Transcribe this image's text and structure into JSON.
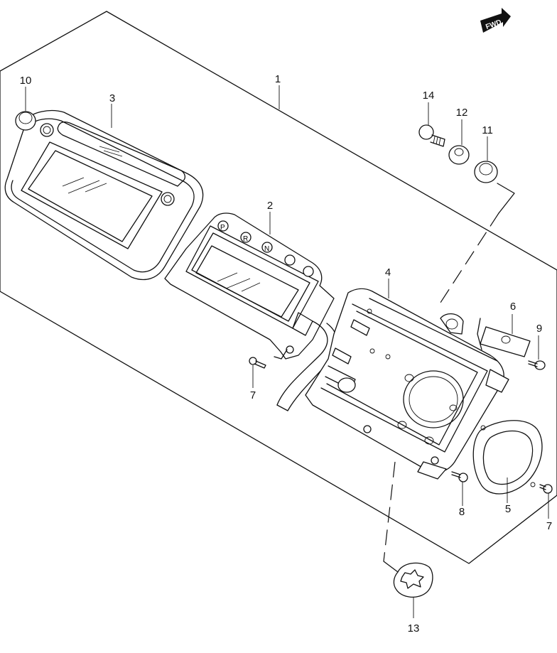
{
  "diagram": {
    "direction_badge": "FWD",
    "callouts": [
      {
        "key": "c1",
        "label": "1"
      },
      {
        "key": "c2",
        "label": "2"
      },
      {
        "key": "c3",
        "label": "3"
      },
      {
        "key": "c4",
        "label": "4"
      },
      {
        "key": "c5",
        "label": "5"
      },
      {
        "key": "c6",
        "label": "6"
      },
      {
        "key": "c7a",
        "label": "7"
      },
      {
        "key": "c7b",
        "label": "7"
      },
      {
        "key": "c8",
        "label": "8"
      },
      {
        "key": "c9",
        "label": "9"
      },
      {
        "key": "c10",
        "label": "10"
      },
      {
        "key": "c11",
        "label": "11"
      },
      {
        "key": "c12",
        "label": "12"
      },
      {
        "key": "c13",
        "label": "13"
      },
      {
        "key": "c14",
        "label": "14"
      }
    ],
    "indicator_letters": [
      "P",
      "R",
      "N"
    ]
  }
}
